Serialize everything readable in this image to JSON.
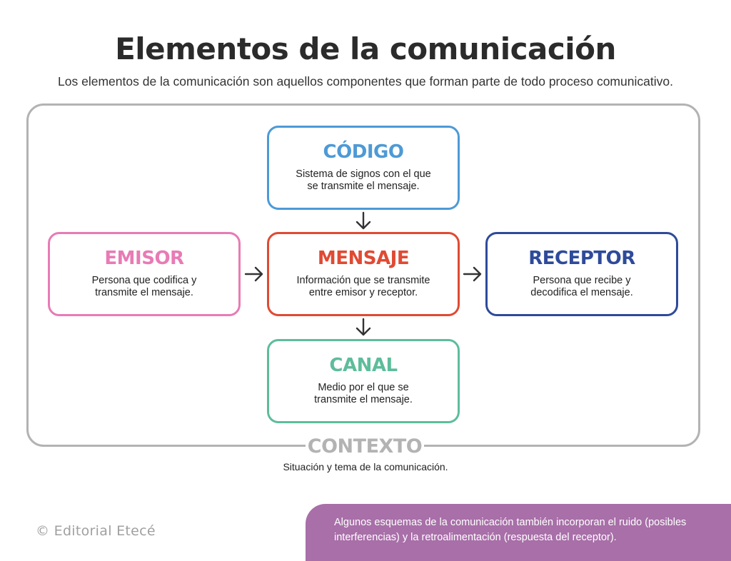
{
  "title": "Elementos de la comunicación",
  "subtitle": "Los elementos de la comunicación son aquellos componentes que forman parte de todo proceso comunicativo.",
  "nodes": {
    "codigo": {
      "title": "CÓDIGO",
      "desc": "Sistema de signos con el que se transmite el mensaje.",
      "color": "#4d9ad6"
    },
    "emisor": {
      "title": "EMISOR",
      "desc": "Persona que codifica y transmite el mensaje.",
      "color": "#e87bb5"
    },
    "mensaje": {
      "title": "MENSAJE",
      "desc": "Información que se transmite entre emisor y receptor.",
      "color": "#e04a33"
    },
    "receptor": {
      "title": "RECEPTOR",
      "desc": "Persona que recibe y decodifica el mensaje.",
      "color": "#2e4a9a"
    },
    "canal": {
      "title": "CANAL",
      "desc": "Medio por el que se transmite el mensaje.",
      "color": "#5dbd9b"
    }
  },
  "context": {
    "title": "CONTEXTO",
    "desc": "Situación y tema de la comunicación.",
    "color": "#b3b3b3"
  },
  "edges": [
    {
      "from": "codigo",
      "to": "mensaje"
    },
    {
      "from": "emisor",
      "to": "mensaje"
    },
    {
      "from": "mensaje",
      "to": "receptor"
    },
    {
      "from": "mensaje",
      "to": "canal"
    }
  ],
  "footer": {
    "credit": "© Editorial Etecé",
    "note": "Algunos esquemas de la comunicación también incorporan el ruido (posibles interferencias) y la retroalimentación (respuesta del receptor).",
    "note_color": "#a86fa8"
  }
}
